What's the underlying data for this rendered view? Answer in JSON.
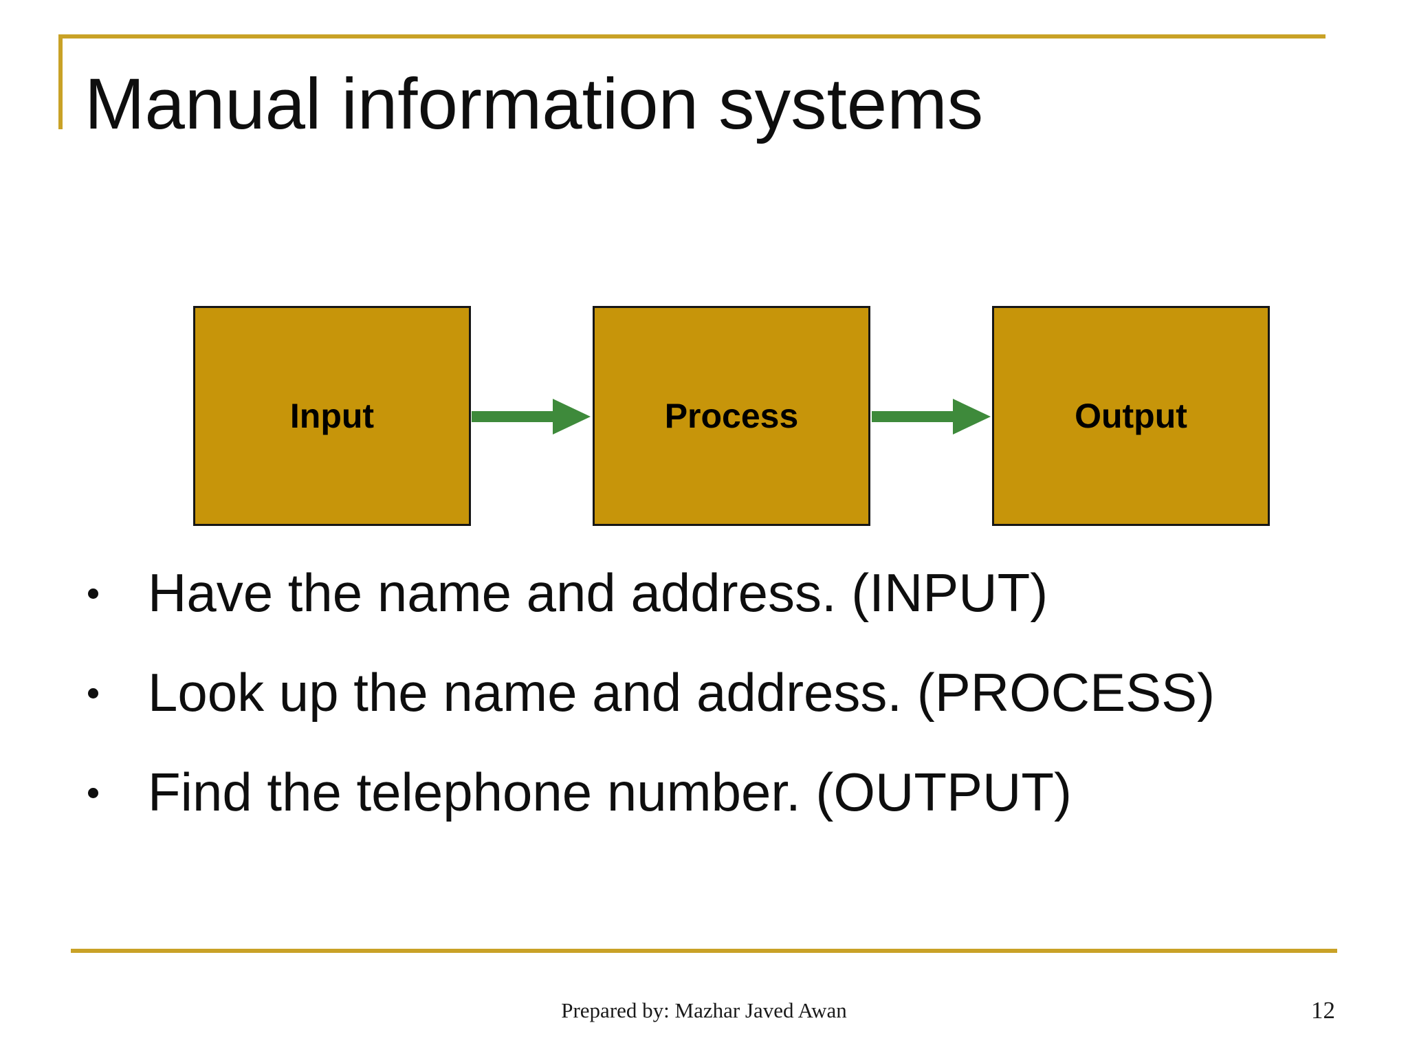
{
  "slide": {
    "title": "Manual information systems",
    "footer": "Prepared by: Mazhar Javed Awan",
    "page_number": "12"
  },
  "diagram": {
    "boxes": [
      {
        "label": "Input"
      },
      {
        "label": "Process"
      },
      {
        "label": "Output"
      }
    ],
    "arrows": [
      {
        "name": "input-to-process"
      },
      {
        "name": "process-to-output"
      }
    ]
  },
  "bullets": [
    {
      "text": "Have the name and address. (INPUT)"
    },
    {
      "text": "Look up the name and address. (PROCESS)"
    },
    {
      "text": "Find the telephone number. (OUTPUT)"
    }
  ],
  "colors": {
    "accent_gold_line": "#C9A227",
    "box_fill": "#C7950A",
    "box_border": "#161616",
    "arrow_green": "#3E8A3B",
    "text": "#0E0E0E"
  }
}
